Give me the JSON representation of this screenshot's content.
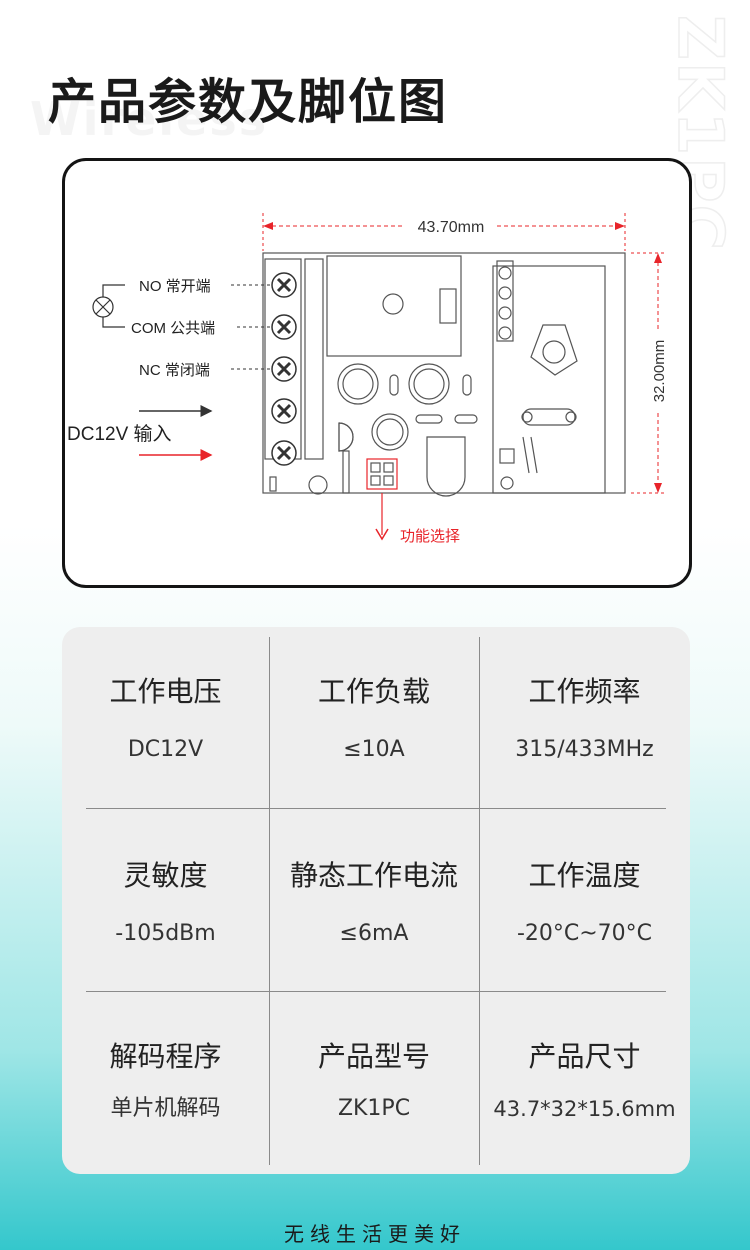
{
  "watermark": {
    "side": "ZK1PC",
    "bg": "Wireless"
  },
  "title": "产品参数及脚位图",
  "diagram": {
    "width_dim": "43.70mm",
    "height_dim": "32.00mm",
    "no_label": "NO 常开端",
    "com_label": "COM 公共端",
    "nc_label": "NC 常闭端",
    "dc_label": "DC12V 输入",
    "function_label": "功能选择",
    "accent": "#e8242a"
  },
  "params": [
    {
      "label": "工作电压",
      "value": "DC12V"
    },
    {
      "label": "工作负载",
      "value": "≤10A"
    },
    {
      "label": "工作频率",
      "value": "315/433MHz"
    },
    {
      "label": "灵敏度",
      "value": "-105dBm"
    },
    {
      "label": "静态工作电流",
      "value": "≤6mA"
    },
    {
      "label": "工作温度",
      "value": "-20°C~70°C"
    },
    {
      "label": "解码程序",
      "value": "单片机解码"
    },
    {
      "label": "产品型号",
      "value": "ZK1PC"
    },
    {
      "label": "产品尺寸",
      "value": "43.7*32*15.6mm"
    }
  ],
  "footer": "无线生活更美好"
}
